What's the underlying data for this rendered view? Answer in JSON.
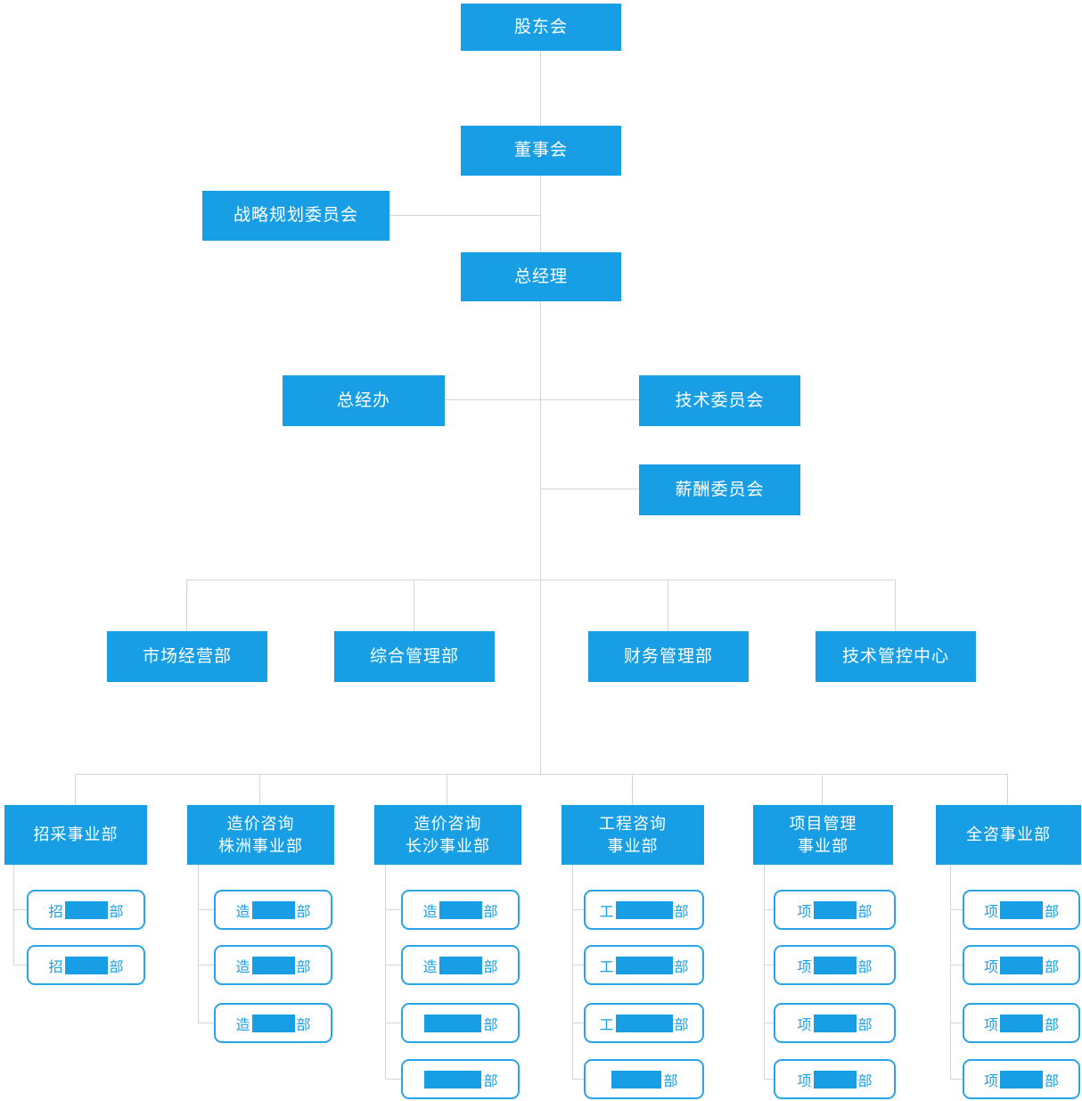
{
  "colors": {
    "primary": "#189ee4",
    "leaf_border": "#29a5e7",
    "line": "#d5d5d5"
  },
  "nodes": {
    "shareholders": "股东会",
    "board": "董事会",
    "strategy_committee": "战略规划委员会",
    "general_manager": "总经理",
    "gm_office": "总经办",
    "tech_committee": "技术委员会",
    "compensation_committee": "薪酬委员会"
  },
  "departments": [
    {
      "label": "市场经营部"
    },
    {
      "label": "综合管理部"
    },
    {
      "label": "财务管理部"
    },
    {
      "label": "技术管控中心"
    }
  ],
  "divisions": [
    {
      "line1": "招采事业部",
      "line2": "",
      "leaves": [
        {
          "prefix": "招",
          "masked_width": 3,
          "suffix": "部"
        },
        {
          "prefix": "招",
          "masked_width": 3,
          "suffix": "部"
        }
      ]
    },
    {
      "line1": "造价咨询",
      "line2": "株洲事业部",
      "leaves": [
        {
          "prefix": "造",
          "masked_width": 3,
          "suffix": "部"
        },
        {
          "prefix": "造",
          "masked_width": 3,
          "suffix": "部"
        },
        {
          "prefix": "造",
          "masked_width": 3,
          "suffix": "部"
        }
      ]
    },
    {
      "line1": "造价咨询",
      "line2": "长沙事业部",
      "leaves": [
        {
          "prefix": "造",
          "masked_width": 3,
          "suffix": "部"
        },
        {
          "prefix": "造",
          "masked_width": 3,
          "suffix": "部"
        },
        {
          "prefix": "",
          "masked_width": 4,
          "suffix": "部"
        },
        {
          "prefix": "",
          "masked_width": 4,
          "suffix": "部"
        }
      ]
    },
    {
      "line1": "工程咨询",
      "line2": "事业部",
      "leaves": [
        {
          "prefix": "工",
          "masked_width": 4,
          "suffix": "部"
        },
        {
          "prefix": "工",
          "masked_width": 4,
          "suffix": "部"
        },
        {
          "prefix": "工",
          "masked_width": 4,
          "suffix": "部"
        },
        {
          "prefix": "",
          "masked_width": 3.5,
          "suffix": "部"
        }
      ]
    },
    {
      "line1": "项目管理",
      "line2": "事业部",
      "leaves": [
        {
          "prefix": "项",
          "masked_width": 3,
          "suffix": "部"
        },
        {
          "prefix": "项",
          "masked_width": 3,
          "suffix": "部"
        },
        {
          "prefix": "项",
          "masked_width": 3,
          "suffix": "部"
        },
        {
          "prefix": "项",
          "masked_width": 3,
          "suffix": "部"
        }
      ]
    },
    {
      "line1": "全咨事业部",
      "line2": "",
      "leaves": [
        {
          "prefix": "项",
          "masked_width": 3,
          "suffix": "部"
        },
        {
          "prefix": "项",
          "masked_width": 3,
          "suffix": "部"
        },
        {
          "prefix": "项",
          "masked_width": 3,
          "suffix": "部"
        },
        {
          "prefix": "项",
          "masked_width": 3,
          "suffix": "部"
        }
      ]
    }
  ]
}
